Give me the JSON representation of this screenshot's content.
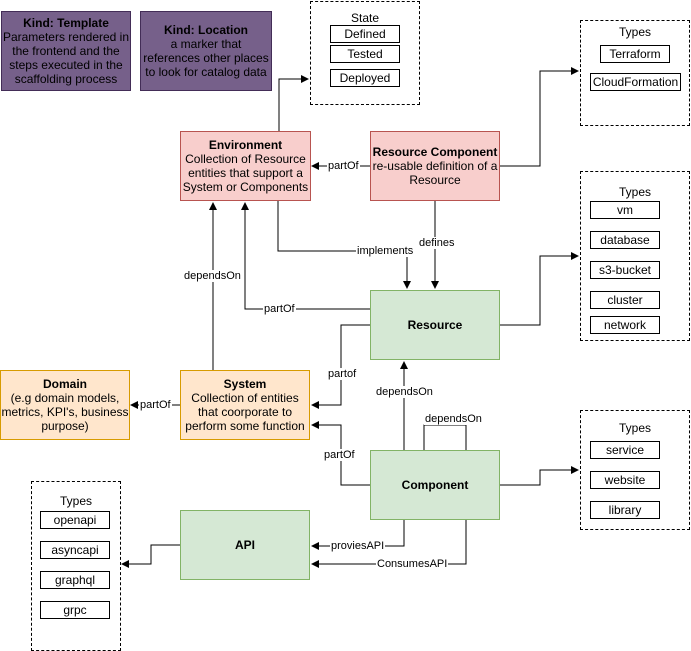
{
  "kinds": {
    "template": {
      "title": "Kind: Template",
      "desc": "Parameters rendered in the frontend and the steps executed in the scaffolding process"
    },
    "location": {
      "title": "Kind: Location",
      "desc": "a marker that references other places to look for catalog data"
    }
  },
  "state": {
    "title": "State",
    "items": [
      "Defined",
      "Tested",
      "Deployed"
    ]
  },
  "resource_component_types": {
    "title": "Types",
    "items": [
      "Terraform",
      "CloudFormation"
    ]
  },
  "resource_types": {
    "title": "Types",
    "items": [
      "vm",
      "database",
      "s3-bucket",
      "cluster",
      "network"
    ]
  },
  "component_types": {
    "title": "Types",
    "items": [
      "service",
      "website",
      "library"
    ]
  },
  "api_types": {
    "title": "Types",
    "items": [
      "openapi",
      "asyncapi",
      "graphql",
      "grpc"
    ]
  },
  "entities": {
    "environment": {
      "title": "Environment",
      "desc": "Collection of Resource entities that support a System or Components"
    },
    "resource_component": {
      "title": "Resource Component",
      "desc": "re-usable definition of a Resource"
    },
    "resource": {
      "title": "Resource"
    },
    "domain": {
      "title": "Domain",
      "desc": "(e.g domain models, metrics, KPI's, business purpose)"
    },
    "system": {
      "title": "System",
      "desc": "Collection of entities that coorporate to perform some function"
    },
    "component": {
      "title": "Component"
    },
    "api": {
      "title": "API"
    }
  },
  "edges": {
    "rc_partof_env": "partOf",
    "env_implements": "implements",
    "defines": "defines",
    "system_dependson_env": "dependsOn",
    "resource_partof_env": "partOf",
    "resource_partof_system": "partof",
    "system_partof_domain": "partOf",
    "component_dependson_resource": "dependsOn",
    "component_dependson_self": "dependsOn",
    "component_partof_system": "partOf",
    "provides_api": "proviesAPI",
    "consumes_api": "ConsumesAPI"
  },
  "colors": {
    "purple": "#76608a",
    "red": "#f8cecc",
    "orange": "#ffe6cc",
    "green": "#d5e8d4"
  }
}
